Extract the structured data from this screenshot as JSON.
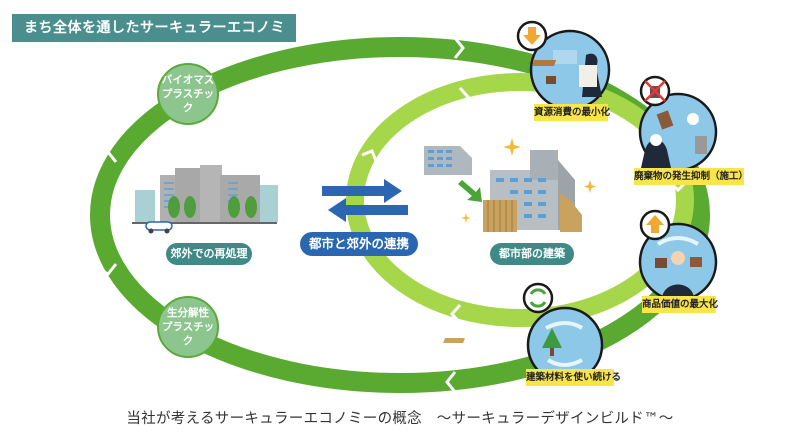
{
  "title": "まち全体を通したサーキュラーエコノミー",
  "outer_cycle": {
    "nodes": [
      {
        "id": "biomass",
        "label_line1": "バイオマス",
        "label_line2": "プラスチック"
      },
      {
        "id": "biodegradable",
        "label_line1": "生分解性",
        "label_line2": "プラスチック"
      }
    ],
    "suburb_label": "郊外での再処理"
  },
  "link_label": "都市と郊外の連携",
  "city_label": "都市部の建築",
  "steps": [
    {
      "id": "minimize",
      "label": "資源消費の最小化",
      "badge_icon": "arrow-down-icon"
    },
    {
      "id": "waste",
      "label": "廃棄物の発生抑制（施工）",
      "badge_icon": "no-trash-icon"
    },
    {
      "id": "value",
      "label": "商品価値の最大化",
      "badge_icon": "arrow-up-icon"
    },
    {
      "id": "reuse",
      "label": "建築材料を使い続ける",
      "badge_icon": "recycle-icon"
    }
  ],
  "caption": "当社が考えるサーキュラーエコノミーの概念　～サーキュラーデザインビルド™～",
  "colors": {
    "outer_ring": "#5aaa32",
    "inner_ring": "#a6d64a",
    "title_bg": "#4a8f8e",
    "teal_pill": "#3f8a86",
    "blue_pill": "#2a67b0",
    "label_yellow": "#f7e54b",
    "step_circle": "#8ec8e8"
  }
}
